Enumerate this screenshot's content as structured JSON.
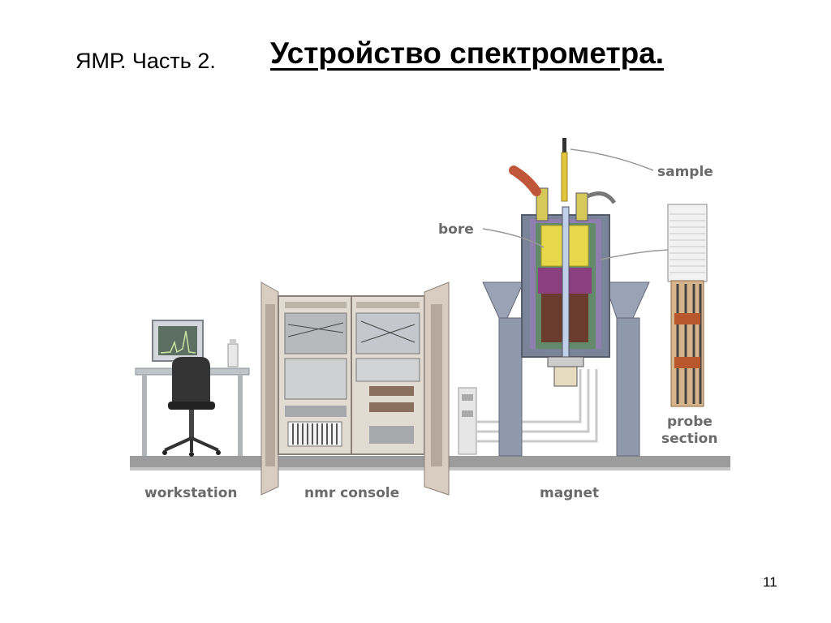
{
  "slide": {
    "title_prefix": "ЯМР. Часть 2.",
    "title_main": "Устройство спектрометра.",
    "page_number": "11"
  },
  "diagram": {
    "labels": {
      "sample": "sample",
      "bore": "bore",
      "probe_section_1": "probe",
      "probe_section_2": "section",
      "workstation": "workstation",
      "nmr_console": "nmr console",
      "magnet": "magnet"
    },
    "colors": {
      "floor": "#9a9a9a",
      "label": "#6a6a6a",
      "cabinet": "#dcd3c9",
      "magnet_body": "#7a8499",
      "core": "#6b3b2e",
      "bore_yellow": "#e6d84a",
      "stand": "#9aa3b5"
    }
  }
}
